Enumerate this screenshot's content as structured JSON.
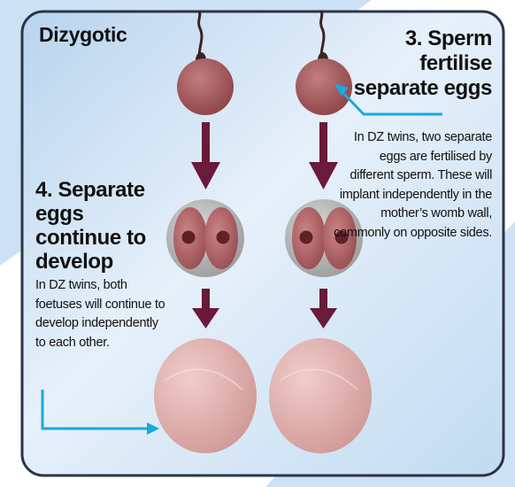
{
  "heading": "Dizygotic",
  "step3": {
    "title": "3. Sperm fertilise separate eggs",
    "body": "In DZ twins, two separate eggs are fertilised by different sperm. These will implant independently in the mother’s womb wall, commonly on opposite sides."
  },
  "step4": {
    "title": "4. Separate eggs continue to develop",
    "body": "In DZ twins, both foetuses will continue to develop independently to each other."
  },
  "colors": {
    "panel_blue": "#c6def2",
    "frame_navy": "#2b3445",
    "egg_red": "#a5565a",
    "arrow_maroon": "#6a1a3a",
    "pointer_cyan": "#18a9e0",
    "foetus_pink": "#d9a4a4"
  }
}
